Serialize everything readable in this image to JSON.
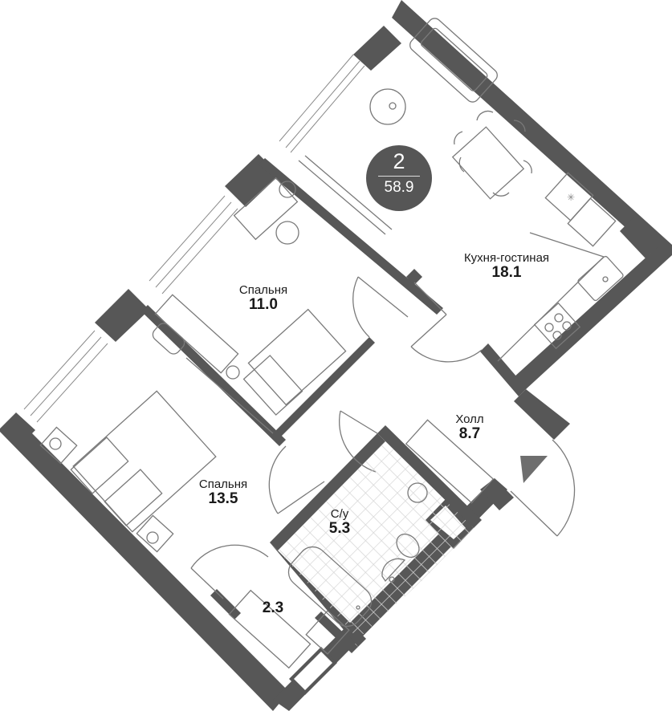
{
  "plan": {
    "type": "apartment-floor-plan",
    "colors": {
      "wall": "#575757",
      "line": "#7a7a7a",
      "tile": "#d6d6d6",
      "badge": "#565656",
      "entry_arrow": "#6e6e6e"
    },
    "badge": {
      "rooms": "2",
      "total_area": "58.9"
    },
    "rooms": [
      {
        "id": "kitchen-living",
        "name": "Кухня-гостиная",
        "area": "18.1"
      },
      {
        "id": "bedroom-1",
        "name": "Спальня",
        "area": "11.0"
      },
      {
        "id": "bedroom-2",
        "name": "Спальня",
        "area": "13.5"
      },
      {
        "id": "bathroom",
        "name": "С/у",
        "area": "5.3"
      },
      {
        "id": "hall",
        "name": "Холл",
        "area": "8.7"
      },
      {
        "id": "wardrobe",
        "name": "",
        "area": "2.3"
      }
    ],
    "entry_marker": "entrance-arrow"
  }
}
